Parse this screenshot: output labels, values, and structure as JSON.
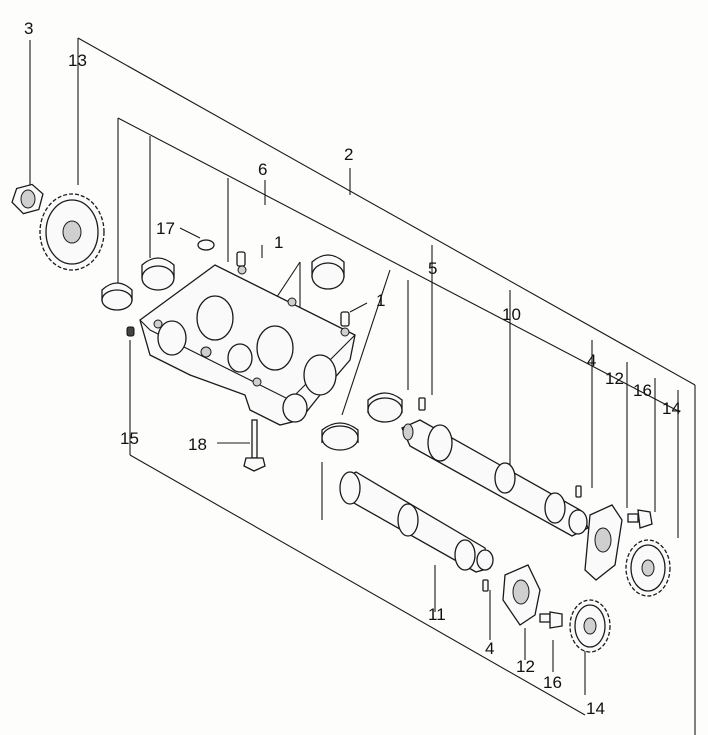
{
  "callouts": {
    "c3": "3",
    "c13": "13",
    "c2": "2",
    "c6": "6",
    "c17": "17",
    "c1a": "1",
    "c1b": "1",
    "c5": "5",
    "c10": "10",
    "c4a": "4",
    "c12a": "12",
    "c16a": "16",
    "c14a": "14",
    "c15": "15",
    "c18": "18",
    "c11": "11",
    "c4b": "4",
    "c12b": "12",
    "c16b": "16",
    "c14b": "14"
  }
}
